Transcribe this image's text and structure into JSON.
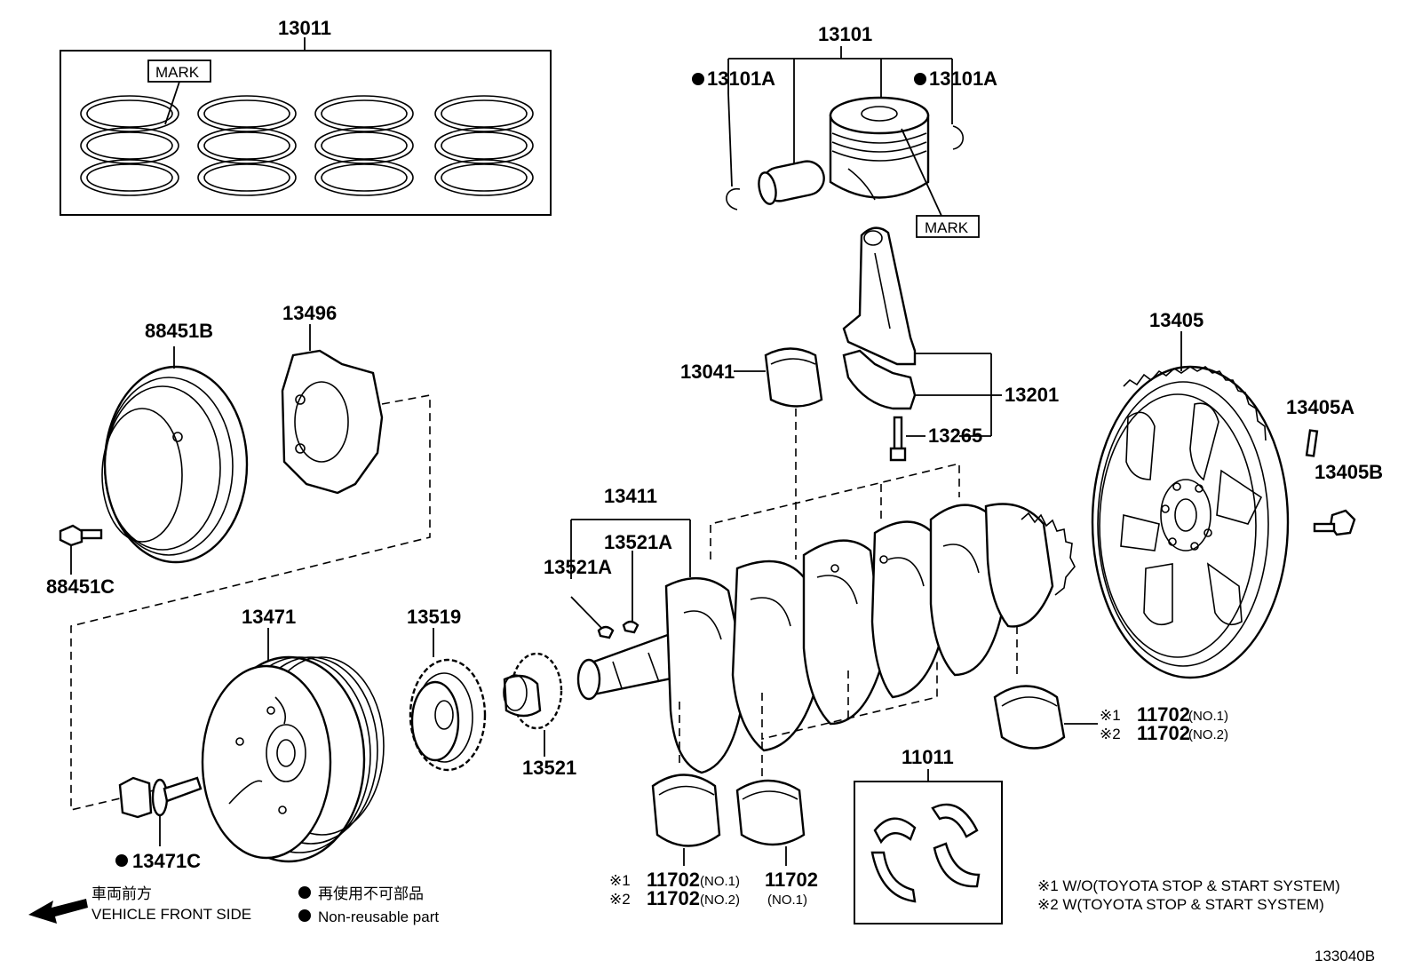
{
  "labels": {
    "l13011": "13011",
    "l13101": "13101",
    "l13101a_left": "13101A",
    "l13101a_right": "13101A",
    "mark_rings": "MARK",
    "mark_piston": "MARK",
    "l88451b": "88451B",
    "l13496": "13496",
    "l88451c": "88451C",
    "l13041": "13041",
    "l13201": "13201",
    "l13265": "13265",
    "l13411": "13411",
    "l13521a_1": "13521A",
    "l13521a_2": "13521A",
    "l13405": "13405",
    "l13405a": "13405A",
    "l13405b": "13405B",
    "l13471": "13471",
    "l13519": "13519",
    "l13521": "13521",
    "l13471c": "13471C",
    "l11011": "11011",
    "right_bearing_1_mark": "※1",
    "right_bearing_1_no": "11702",
    "right_bearing_1_suffix": "(NO.1)",
    "right_bearing_2_mark": "※2",
    "right_bearing_2_no": "11702",
    "right_bearing_2_suffix": "(NO.2)",
    "bottom_bearing_1_mark": "※1",
    "bottom_bearing_1_no": "11702",
    "bottom_bearing_1_suffix": "(NO.1)",
    "bottom_bearing_2_mark": "※2",
    "bottom_bearing_2_no": "11702",
    "bottom_bearing_2_suffix": "(NO.2)",
    "bottom_single_no": "11702",
    "bottom_single_suffix": "(NO.1)"
  },
  "legend": {
    "direction_jp": "車両前方",
    "direction_en": "VEHICLE FRONT SIDE",
    "nonreusable_jp": "再使用不可部品",
    "nonreusable_en": "Non-reusable part"
  },
  "notes": {
    "note1": "※1 W/O(TOYOTA STOP & START SYSTEM)",
    "note2": "※2 W(TOYOTA STOP & START SYSTEM)"
  },
  "diagram_id": "133040B"
}
